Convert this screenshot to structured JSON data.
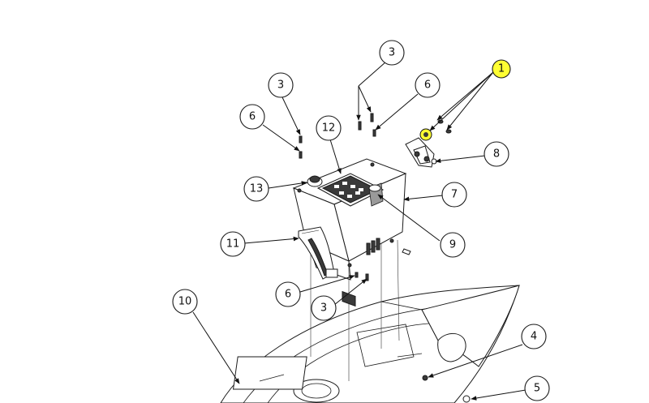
{
  "callouts": [
    {
      "id": "c1",
      "label": "1",
      "highlight": true
    },
    {
      "id": "c3a",
      "label": "3",
      "highlight": false
    },
    {
      "id": "c3b",
      "label": "3",
      "highlight": false
    },
    {
      "id": "c3c",
      "label": "3",
      "highlight": false
    },
    {
      "id": "c4",
      "label": "4",
      "highlight": false
    },
    {
      "id": "c5",
      "label": "5",
      "highlight": false
    },
    {
      "id": "c6a",
      "label": "6",
      "highlight": false
    },
    {
      "id": "c6b",
      "label": "6",
      "highlight": false
    },
    {
      "id": "c6c",
      "label": "6",
      "highlight": false
    },
    {
      "id": "c7",
      "label": "7",
      "highlight": false
    },
    {
      "id": "c8",
      "label": "8",
      "highlight": false
    },
    {
      "id": "c9",
      "label": "9",
      "highlight": false
    },
    {
      "id": "c10",
      "label": "10",
      "highlight": false
    },
    {
      "id": "c11",
      "label": "11",
      "highlight": false
    },
    {
      "id": "c12",
      "label": "12",
      "highlight": false
    },
    {
      "id": "c13",
      "label": "13",
      "highlight": false
    }
  ],
  "colors": {
    "highlight": "#ffff33",
    "line": "#111111",
    "background": "#ffffff"
  }
}
